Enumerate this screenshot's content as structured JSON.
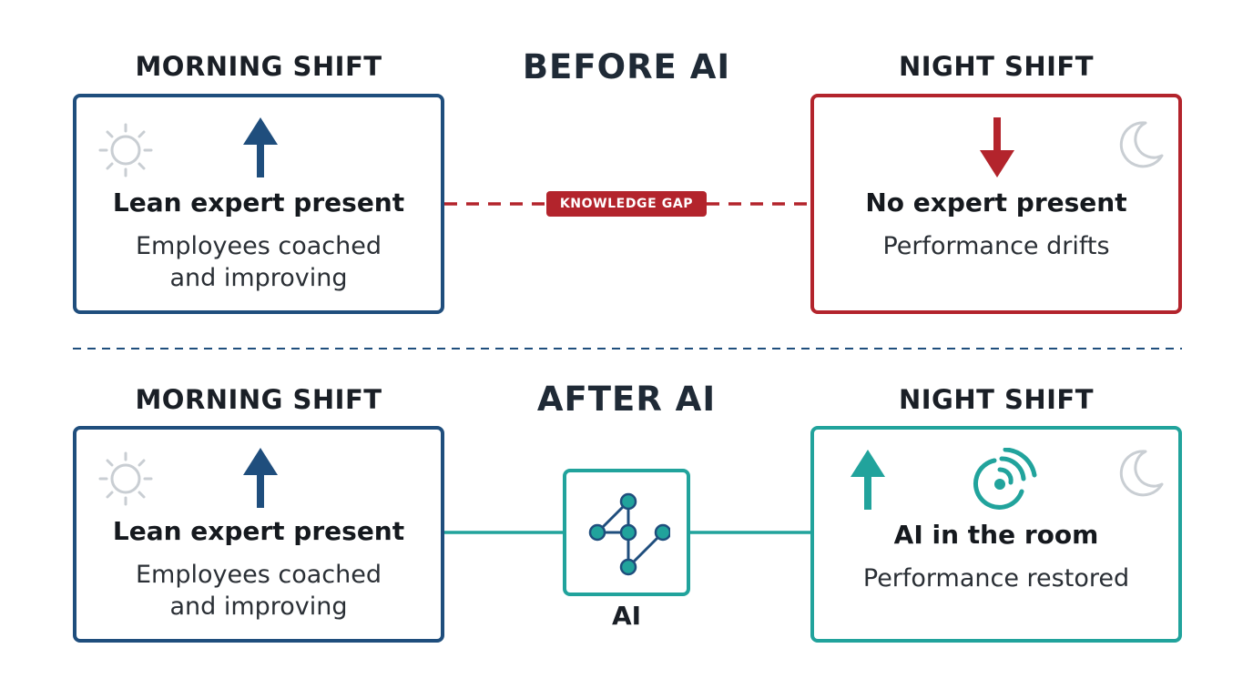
{
  "before": {
    "title": "BEFORE AI",
    "morning": {
      "shift_label": "MORNING SHIFT",
      "heading": "Lean expert present",
      "body_lines": [
        "Employees coached",
        "and improving"
      ],
      "icons": [
        "sun-icon",
        "arrow-up-icon"
      ]
    },
    "night": {
      "shift_label": "NIGHT SHIFT",
      "heading": "No expert present",
      "body_lines": [
        "Performance drifts"
      ],
      "icons": [
        "moon-icon",
        "arrow-down-icon"
      ]
    },
    "connector_label": "KNOWLEDGE GAP"
  },
  "after": {
    "title": "AFTER AI",
    "morning": {
      "shift_label": "MORNING SHIFT",
      "heading": "Lean expert present",
      "body_lines": [
        "Employees coached",
        "and improving"
      ],
      "icons": [
        "sun-icon",
        "arrow-up-icon"
      ]
    },
    "night": {
      "shift_label": "NIGHT SHIFT",
      "heading": "AI in the room",
      "body_lines": [
        "Performance restored"
      ],
      "icons": [
        "moon-icon",
        "arrow-up-icon",
        "ai-signal-icon"
      ]
    },
    "ai_node": {
      "label": "AI",
      "icon": "network-graph-icon"
    }
  },
  "colors": {
    "blue": "#1f4e7d",
    "red": "#b3242c",
    "teal": "#21a39c",
    "icon_gray": "#c9ced3",
    "divider": "#1f4e7d"
  }
}
